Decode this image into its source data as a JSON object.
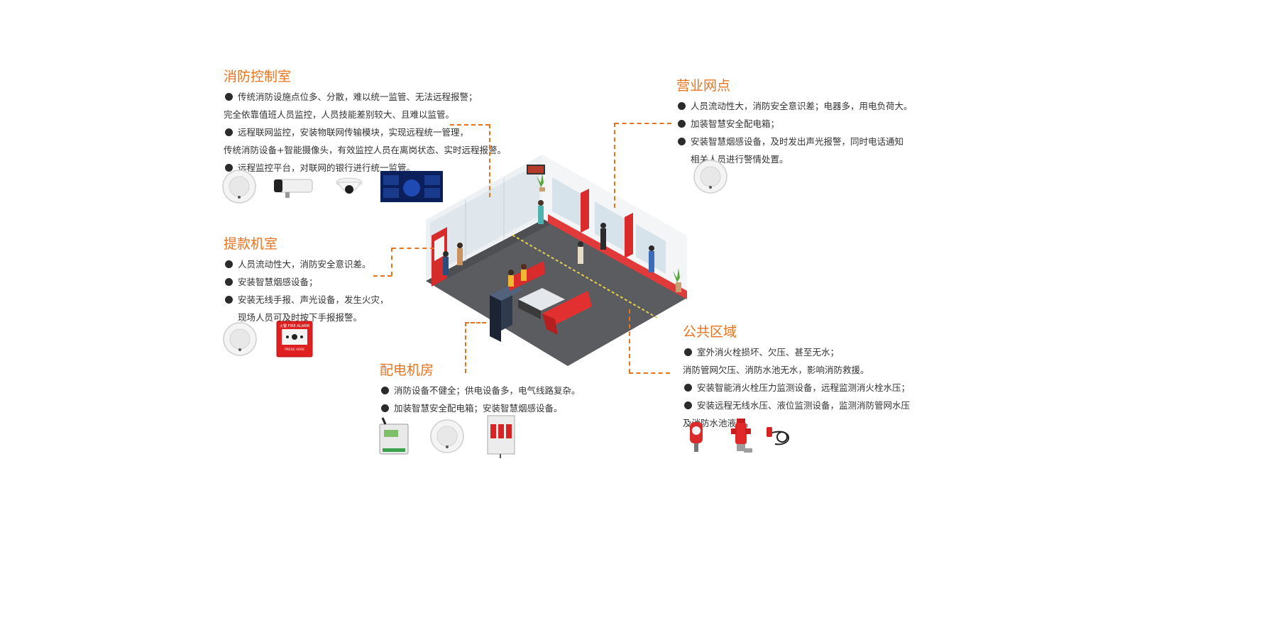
{
  "colors": {
    "accent": "#e8731c",
    "text": "#333333",
    "bullet": "#2b2b2b"
  },
  "sections": {
    "control_room": {
      "title": "消防控制室",
      "lines": [
        "传统消防设施点位多、分散，难以统一监管、无法远程报警；",
        "完全依靠值班人员监控，人员技能差别较大、且难以监管。",
        "远程联网监控，安装物联网传输模块，实现远程统一管理，",
        "传统消防设备+智能摄像头，有效监控人员在离岗状态、实时远程报警。",
        "远程监控平台，对联网的银行进行统一监管。"
      ],
      "products": [
        "smoke-detector-icon",
        "bullet-camera-icon",
        "dome-camera-icon",
        "monitoring-dashboard-icon"
      ]
    },
    "atm_room": {
      "title": "提款机室",
      "lines": [
        "人员流动性大，消防安全意识差。",
        "安装智慧烟感设备；",
        "安装无线手报、声光设备，发生火灾，",
        "现场人员可及时按下手报报警。"
      ],
      "products": [
        "smoke-detector-icon",
        "manual-alarm-button-icon"
      ]
    },
    "business_outlet": {
      "title": "营业网点",
      "lines": [
        "人员流动性大，消防安全意识差；电器多，用电负荷大。",
        "加装智慧安全配电箱；",
        "安装智慧烟感设备，及时发出声光报警，同时电话通知",
        "相关人员进行警情处置。"
      ],
      "products": [
        "smoke-detector-icon"
      ]
    },
    "power_room": {
      "title": "配电机房",
      "lines": [
        "消防设备不健全；供电设备多，电气线路复杂。",
        "加装智慧安全配电箱；安装智慧烟感设备。"
      ],
      "products": [
        "power-monitor-module-icon",
        "smoke-detector-icon",
        "circuit-breaker-icon"
      ]
    },
    "public_area": {
      "title": "公共区域",
      "lines": [
        "室外消火栓损坏、欠压、甚至无水；",
        "消防管网欠压、消防水池无水，影响消防救援。",
        "安装智能消火栓压力监测设备，远程监测消火栓水压；",
        "安装远程无线水压、液位监测设备，监测消防管网水压",
        "及消防水池液位。"
      ],
      "products": [
        "pressure-gauge-icon",
        "fire-hydrant-icon",
        "level-sensor-icon"
      ]
    },
    "alarm_labels": {
      "fire_alarm": "火警 FIRE ALARM",
      "press_here": "PRESS HERE"
    }
  }
}
